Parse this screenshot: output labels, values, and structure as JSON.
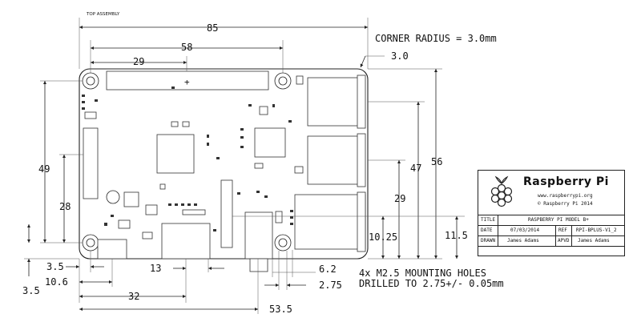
{
  "diagram": {
    "top_label": "TOP ASSEMBLY",
    "corner_note": "CORNER RADIUS = 3.0mm",
    "corner_value": "3.0",
    "dims": {
      "width_85": "85",
      "holes_58": "58",
      "gpio_29": "29",
      "height_56": "56",
      "h_49": "49",
      "h_47": "47",
      "h_29": "29",
      "h_28": "28",
      "h_10_25": "10.25",
      "h_11_5": "11.5",
      "d_3_5a": "3.5",
      "d_3_5b": "3.5",
      "d_10_6": "10.6",
      "d_13": "13",
      "d_32": "32",
      "d_53_5": "53.5",
      "d_6_2": "6.2",
      "d_2_75": "2.75"
    },
    "mounting_note_1": "4x M2.5 MOUNTING HOLES",
    "mounting_note_2": "DRILLED TO 2.75+/- 0.05mm"
  },
  "title_block": {
    "brand": "Raspberry Pi",
    "url": "www.raspberrypi.org",
    "copyright": "© Raspberry Pi 2014",
    "title_label": "TITLE",
    "title_value": "RASPBERRY PI MODEL B+",
    "date_label": "DATE",
    "date_value": "07/03/2014",
    "ref_label": "REF",
    "ref_value": "RPI-BPLUS-V1_2",
    "drawn_label": "DRAWN",
    "drawn_value": "James Adams",
    "apvd_label": "APVD",
    "apvd_value": "James Adams"
  }
}
